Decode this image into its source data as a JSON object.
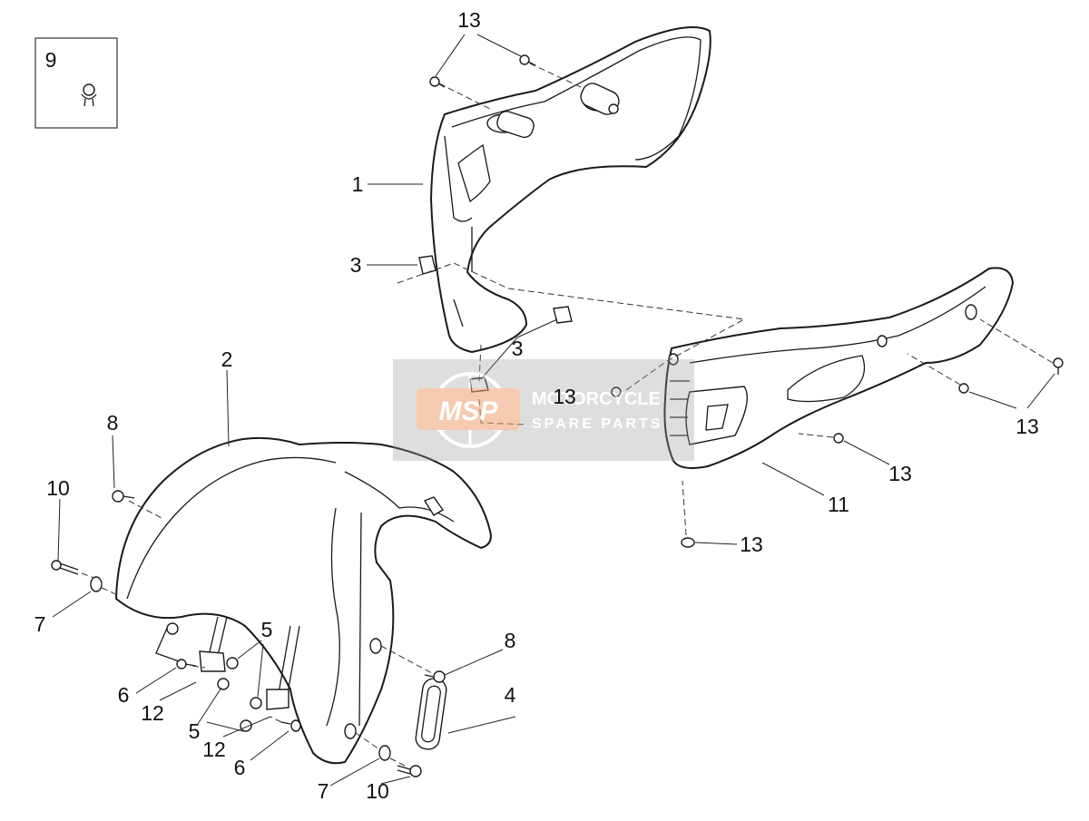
{
  "callouts": {
    "c1": "1",
    "c2": "2",
    "c3a": "3",
    "c3b": "3",
    "c4": "4",
    "c5a": "5",
    "c5b": "5",
    "c6a": "6",
    "c6b": "6",
    "c7a": "7",
    "c7b": "7",
    "c8a": "8",
    "c8b": "8",
    "c9": "9",
    "c10a": "10",
    "c10b": "10",
    "c11": "11",
    "c12a": "12",
    "c12b": "12",
    "c13a": "13",
    "c13b": "13",
    "c13c": "13",
    "c13d": "13",
    "c13e": "13"
  },
  "watermark": {
    "badge": "MSP",
    "line1": "MOTORCYCLE",
    "line2": "SPARE PARTS"
  },
  "colors": {
    "badge": "#f0a070",
    "watermark_band": "#9a9a9a"
  }
}
